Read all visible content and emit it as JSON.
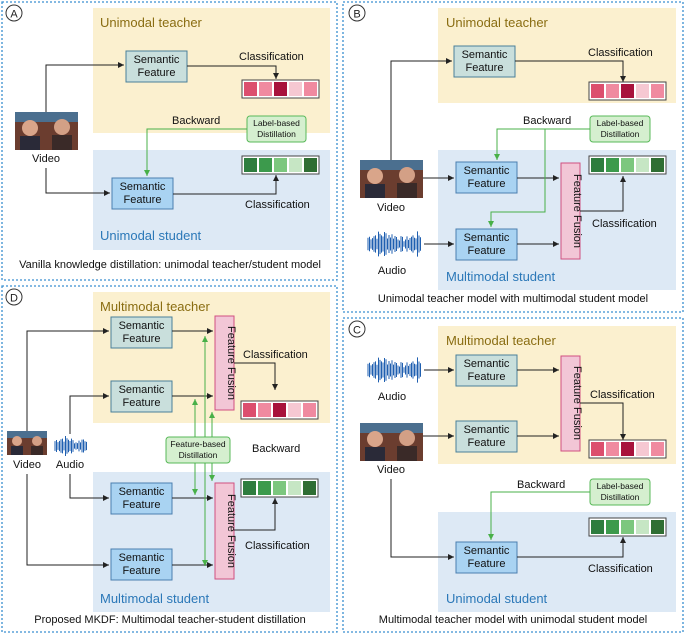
{
  "panels": {
    "a": {
      "letter": "A",
      "teacher_title": "Unimodal teacher",
      "student_title": "Unimodal student",
      "caption": "Vanilla knowledge distillation: unimodal teacher/student model",
      "teacher_feature": [
        "Semantic",
        "Feature"
      ],
      "student_feature": [
        "Semantic",
        "Feature"
      ],
      "teacher_classification": "Classification",
      "student_classification": "Classification",
      "distill": [
        "Label-based",
        "Distillation"
      ],
      "backward": "Backward",
      "video": "Video"
    },
    "b": {
      "letter": "B",
      "teacher_title": "Unimodal teacher",
      "student_title": "Multimodal student",
      "caption": "Unimodal teacher model with multimodal student model",
      "teacher_feature": [
        "Semantic",
        "Feature"
      ],
      "student_feature_1": [
        "Semantic",
        "Feature"
      ],
      "student_feature_2": [
        "Semantic",
        "Feature"
      ],
      "teacher_classification": "Classification",
      "student_classification": "Classification",
      "fusion": "Feature Fusion",
      "distill": [
        "Label-based",
        "Distillation"
      ],
      "backward": "Backward",
      "video": "Video",
      "audio": "Audio"
    },
    "c": {
      "letter": "C",
      "teacher_title": "Multimodal teacher",
      "student_title": "Unimodal student",
      "caption": "Multimodal teacher model with unimodal student model",
      "teacher_feature_1": [
        "Semantic",
        "Feature"
      ],
      "teacher_feature_2": [
        "Semantic",
        "Feature"
      ],
      "student_feature": [
        "Semantic",
        "Feature"
      ],
      "teacher_classification": "Classification",
      "student_classification": "Classification",
      "fusion": "Feature Fusion",
      "distill": [
        "Label-based",
        "Distillation"
      ],
      "backward": "Backward",
      "video": "Video",
      "audio": "Audio"
    },
    "d": {
      "letter": "D",
      "teacher_title": "Multimodal teacher",
      "student_title": "Multimodal student",
      "caption": "Proposed MKDF: Multimodal teacher-student distillation",
      "teacher_feature_1": [
        "Semantic",
        "Feature"
      ],
      "teacher_feature_2": [
        "Semantic",
        "Feature"
      ],
      "student_feature_1": [
        "Semantic",
        "Feature"
      ],
      "student_feature_2": [
        "Semantic",
        "Feature"
      ],
      "teacher_fusion": "Feature Fusion",
      "student_fusion": "Feature Fusion",
      "teacher_classification": "Classification",
      "student_classification": "Classification",
      "distill": [
        "Feature-based",
        "Distillation"
      ],
      "backward": "Backward",
      "video": "Video",
      "audio": "Audio"
    }
  },
  "colors": {
    "panel_border": "#3a8fd0",
    "teacher_bg": "#fbf0cf",
    "student_bg": "#dde9f5",
    "teacher_feature_fill": "#c9dfdc",
    "student_feature_fill": "#a9d3f2",
    "fusion_fill": "#f2c6d6",
    "fusion_border": "#d05080",
    "distill_fill": "#d5efcf",
    "distill_border": "#58b858",
    "teacher_title": "#8a6d12",
    "student_title": "#2b78b8",
    "arrow_green": "#48b048"
  },
  "teacher_bar_colors": [
    "#dc4f6e",
    "#f08aa0",
    "#a8123c",
    "#f6c8d2",
    "#f08aa0"
  ],
  "student_bar_colors": [
    "#2e7d3e",
    "#3c9a4c",
    "#7cc77e",
    "#c6e6c4",
    "#2f6e33"
  ]
}
